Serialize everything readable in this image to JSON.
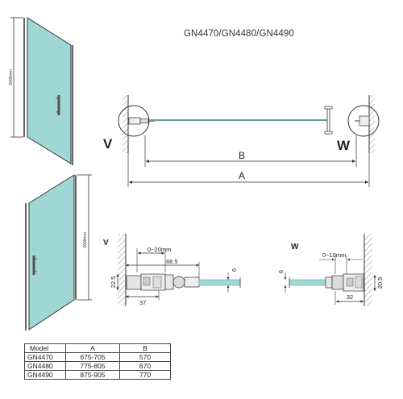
{
  "title": "GN4470/GN4480/GN4490",
  "plan": {
    "hinge_side": "V",
    "handle_side": "W",
    "dim_inner": "B",
    "dim_overall": "A"
  },
  "elevation": {
    "height_label_upper": "2000mm",
    "height_label_lower": "2000mm"
  },
  "detail_v": {
    "label": "V",
    "adjust_range": "0~20mm",
    "width": "68.5",
    "glass_thickness": "6",
    "profile_depth": "22.5",
    "offset": "37"
  },
  "detail_w": {
    "label": "W",
    "adjust_range": "0~10mm",
    "glass_thickness": "6",
    "profile_depth": "20.5",
    "offset": "32"
  },
  "table": {
    "headers": [
      "Model",
      "A",
      "B"
    ],
    "rows": [
      [
        "GN4470",
        "675-705",
        "570"
      ],
      [
        "GN4480",
        "775-805",
        "670"
      ],
      [
        "GN4490",
        "875-905",
        "770"
      ]
    ]
  },
  "colors": {
    "glass": "#9fd7d5",
    "glass_edge": "#6fb8b4",
    "line": "#333333",
    "wall_hatch": "#7d7d7d"
  }
}
